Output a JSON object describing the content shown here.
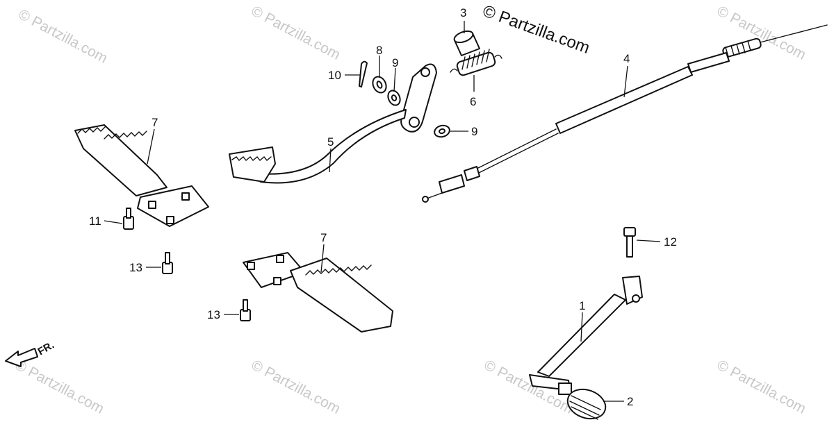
{
  "copyright": "© Partzilla.com",
  "watermark": "© Partzilla.com",
  "direction_label": "FR.",
  "callouts": [
    "1",
    "2",
    "3",
    "4",
    "5",
    "6",
    "7",
    "7",
    "8",
    "9",
    "9",
    "10",
    "11",
    "12",
    "13",
    "13"
  ]
}
